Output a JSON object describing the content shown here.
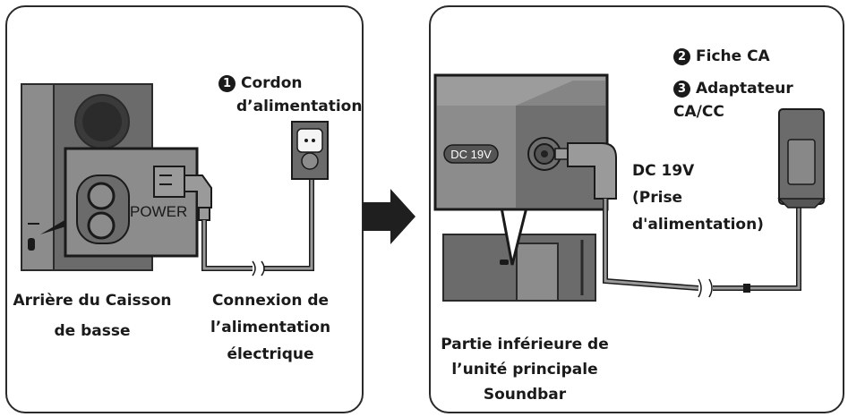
{
  "left_panel": {
    "step1": {
      "number": "1",
      "label_line1": "Cordon",
      "label_line2": "d’alimentation"
    },
    "power_text": "POWER",
    "caption_subwoofer": [
      "Arrière du Caisson",
      "de basse"
    ],
    "caption_connection": [
      "Connexion de",
      "l’alimentation",
      "électrique"
    ]
  },
  "right_panel": {
    "step2": {
      "number": "2",
      "label": "Fiche CA"
    },
    "step3": {
      "number": "3",
      "label": "Adaptateur CA/CC"
    },
    "dc_tag": "DC 19V",
    "dc_label": [
      "DC 19V",
      "(Prise",
      "d'alimentation)"
    ],
    "caption_soundbar": [
      "Partie inférieure de",
      "l’unité principale",
      "Soundbar"
    ]
  },
  "colors": {
    "device_dark": "#5f5f5f",
    "device_mid": "#8c8c8c",
    "outline": "#2a2a2a",
    "arrow": "#1f1f1f"
  }
}
